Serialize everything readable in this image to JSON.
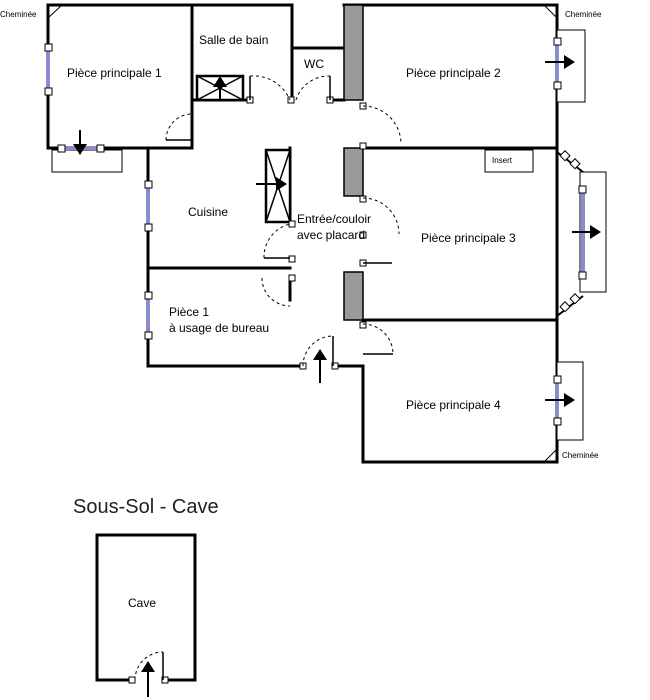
{
  "rooms": {
    "piece_principale_1": "Pièce principale 1",
    "salle_de_bain": "Salle de bain",
    "wc": "WC",
    "piece_principale_2": "Pièce principale 2",
    "cuisine": "Cuisine",
    "entree_line1": "Entrée/couloir",
    "entree_line2": "avec placard",
    "piece_principale_3": "Pièce principale 3",
    "piece_1_line1": "Pièce 1",
    "piece_1_line2": "à usage de bureau",
    "piece_principale_4": "Pièce principale 4",
    "cave": "Cave"
  },
  "annotations": {
    "cheminee_tl": "Cheminée",
    "cheminee_tr": "Cheminée",
    "cheminee_br": "Cheminée",
    "insert": "Insert"
  },
  "section_title": "Sous-Sol - Cave",
  "colors": {
    "wall": "#000000",
    "pillar": "#9a9a9a",
    "window_glass": "#8b8bd0"
  }
}
